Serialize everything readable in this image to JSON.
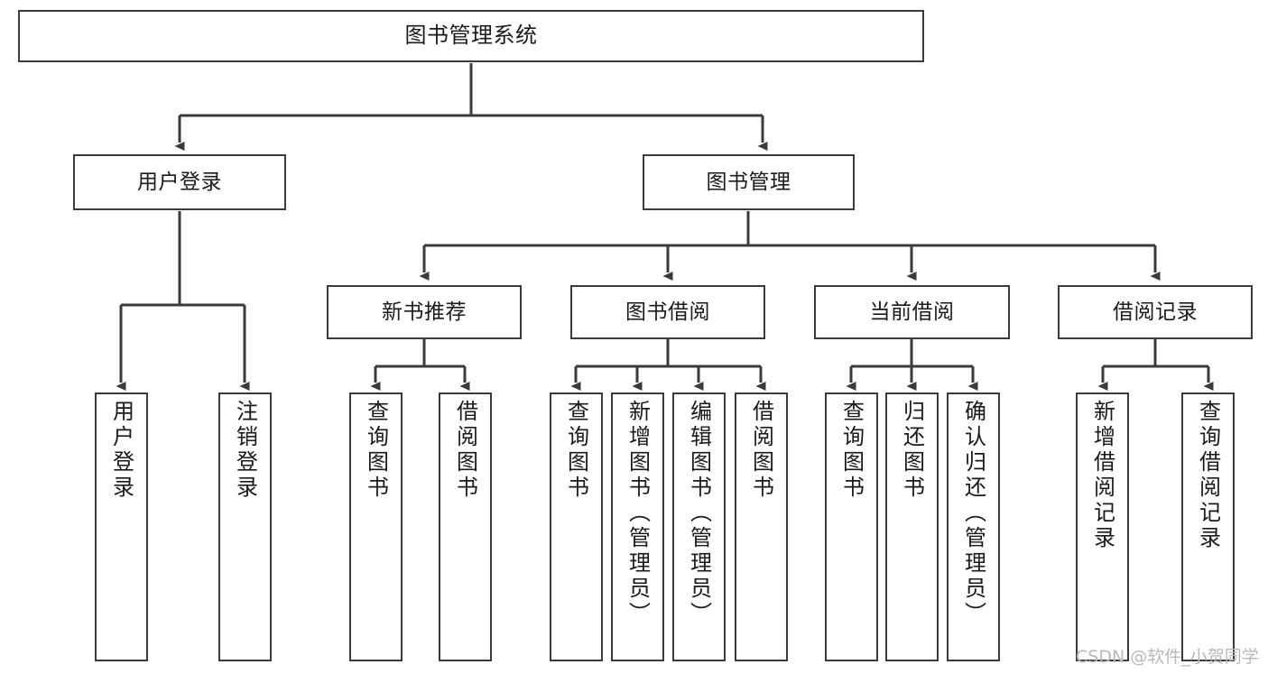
{
  "diagram": {
    "type": "tree",
    "title": "图书管理系统",
    "style": {
      "box_border_color": "#3b3b3b",
      "box_fill_color": "#ffffff",
      "edge_color": "#3b3b3b",
      "text_color": "#1a1a1a",
      "background": "#ffffff",
      "watermark_color": "#b9b9b9"
    },
    "levels": {
      "level1": [
        "图书管理系统"
      ],
      "level2": [
        "用户登录",
        "图书管理"
      ],
      "level3": [
        "新书推荐",
        "图书借阅",
        "当前借阅",
        "借阅记录"
      ],
      "level4": [
        "用户登录",
        "注销登录",
        "查询图书",
        "借阅图书",
        "查询图书",
        "新增图书（管理员）",
        "编辑图书（管理员）",
        "借阅图书",
        "查询图书",
        "归还图书",
        "确认归还（管理员）",
        "新增借阅记录",
        "查询借阅记录"
      ]
    },
    "nodes": {
      "root": {
        "label": "图书管理系统"
      },
      "user_login": {
        "label": "用户登录"
      },
      "book_manage": {
        "label": "图书管理"
      },
      "new_book_rec": {
        "label": "新书推荐"
      },
      "book_borrow": {
        "label": "图书借阅"
      },
      "current_borrow": {
        "label": "当前借阅"
      },
      "borrow_record": {
        "label": "借阅记录"
      },
      "leaf_user_login": {
        "label": "用户登录"
      },
      "leaf_logout": {
        "label": "注销登录"
      },
      "leaf_query_book_1": {
        "label": "查询图书"
      },
      "leaf_borrow_book_1": {
        "label": "借阅图书"
      },
      "leaf_query_book_2": {
        "label": "查询图书"
      },
      "leaf_add_book": {
        "label": "新增图书（管理员）"
      },
      "leaf_edit_book": {
        "label": "编辑图书（管理员）"
      },
      "leaf_borrow_book_2": {
        "label": "借阅图书"
      },
      "leaf_query_book_3": {
        "label": "查询图书"
      },
      "leaf_return_book": {
        "label": "归还图书"
      },
      "leaf_confirm_return": {
        "label": "确认归还（管理员）"
      },
      "leaf_add_record": {
        "label": "新增借阅记录"
      },
      "leaf_query_record": {
        "label": "查询借阅记录"
      }
    },
    "edges": [
      {
        "from": "root",
        "to": "user_login"
      },
      {
        "from": "root",
        "to": "book_manage"
      },
      {
        "from": "user_login",
        "to": "leaf_user_login"
      },
      {
        "from": "user_login",
        "to": "leaf_logout"
      },
      {
        "from": "book_manage",
        "to": "new_book_rec"
      },
      {
        "from": "book_manage",
        "to": "book_borrow"
      },
      {
        "from": "book_manage",
        "to": "current_borrow"
      },
      {
        "from": "book_manage",
        "to": "borrow_record"
      },
      {
        "from": "new_book_rec",
        "to": "leaf_query_book_1"
      },
      {
        "from": "new_book_rec",
        "to": "leaf_borrow_book_1"
      },
      {
        "from": "book_borrow",
        "to": "leaf_query_book_2"
      },
      {
        "from": "book_borrow",
        "to": "leaf_add_book"
      },
      {
        "from": "book_borrow",
        "to": "leaf_edit_book"
      },
      {
        "from": "book_borrow",
        "to": "leaf_borrow_book_2"
      },
      {
        "from": "current_borrow",
        "to": "leaf_query_book_3"
      },
      {
        "from": "current_borrow",
        "to": "leaf_return_book"
      },
      {
        "from": "current_borrow",
        "to": "leaf_confirm_return"
      },
      {
        "from": "borrow_record",
        "to": "leaf_add_record"
      },
      {
        "from": "borrow_record",
        "to": "leaf_query_record"
      }
    ]
  },
  "watermark": {
    "text": "CSDN @软件_小贺同学"
  }
}
